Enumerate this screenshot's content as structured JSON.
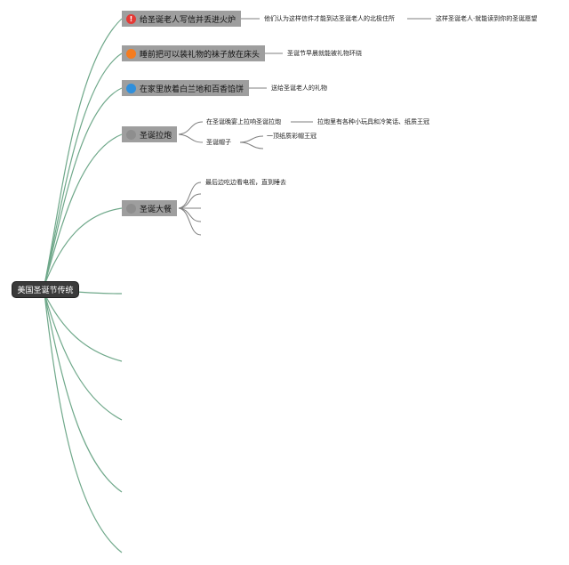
{
  "root": {
    "label": "美国圣诞节传统"
  },
  "colors": {
    "branch": "#6fa88a",
    "sub_branch": "#7f7f7f",
    "topic_bg": "#9e9e9e",
    "root_bg": "#3a3a3a"
  },
  "topics": [
    {
      "label": "给圣诞老人写信并丢进火炉",
      "marker": "priority-1-icon",
      "marker_text": "!",
      "marker_color": "#e53935",
      "children": [
        {
          "label": "他们认为这样信件才能到达圣诞老人的北极住所",
          "children": [
            {
              "label": "这样圣诞老人·就能读到你的圣诞愿望"
            }
          ]
        }
      ]
    },
    {
      "label": "睡前把可以装礼物的袜子放在床头",
      "marker": "orange-marker-icon",
      "marker_color": "#f57c1f",
      "children": [
        {
          "label": "圣诞节早晨就能被礼物环绕"
        }
      ]
    },
    {
      "label": "在家里放着白兰地和百香馅饼",
      "marker": "blue-marker-icon",
      "marker_color": "#2f8fdc",
      "children": [
        {
          "label": "送给圣诞老人的礼物"
        }
      ]
    },
    {
      "label": "圣诞拉炮",
      "marker": "gray-marker-icon",
      "marker_color": "#8e8e8e",
      "children": [
        {
          "label": "在圣诞晚宴上拉响圣诞拉炮",
          "children": [
            {
              "label": "拉炮里有各种小玩具和冷笑话、纸质王冠"
            }
          ]
        },
        {
          "label": "圣诞帽子",
          "children": [
            {
              "label": "一顶纸质彩帽王冠"
            }
          ]
        }
      ]
    },
    {
      "label": "圣诞大餐",
      "marker": "gray-marker-icon",
      "marker_color": "#8e8e8e",
      "children": [
        {
          "label": "最后边吃边看电视，直到睡去"
        }
      ]
    }
  ]
}
